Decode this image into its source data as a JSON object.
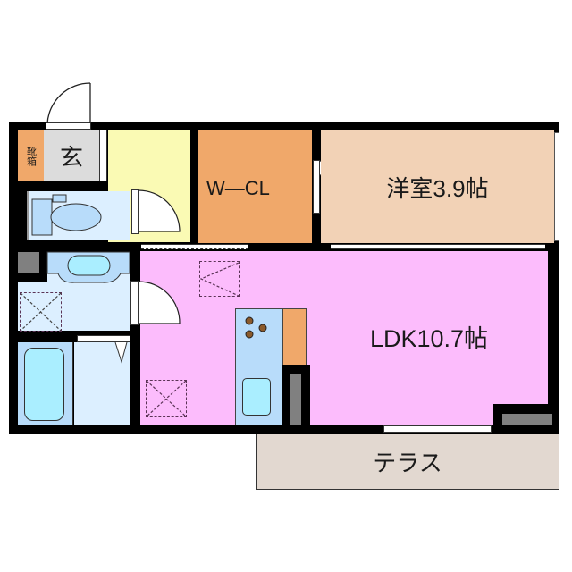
{
  "floorplan": {
    "rooms": {
      "shoe_box": {
        "label": "靴箱",
        "color": "#f0a86a"
      },
      "entrance": {
        "label": "玄",
        "color": "#dcdcdc"
      },
      "hallway": {
        "label": "",
        "color": "#fafab4"
      },
      "toilet": {
        "label": "",
        "color": "#dcefff"
      },
      "walk_in_closet": {
        "label": "W—CL",
        "color": "#f0a86a"
      },
      "western_room": {
        "label": "洋室3.9帖",
        "color": "#f2d2b6"
      },
      "washroom": {
        "label": "",
        "color": "#dcefff"
      },
      "bathroom": {
        "label": "",
        "color": "#dcefff"
      },
      "ldk": {
        "label": "LDK10.7帖",
        "color": "#fcbcfc"
      },
      "terrace": {
        "label": "テラス",
        "color": "#e2d8d0"
      }
    },
    "colors": {
      "wall": "#000000",
      "fixture_blue": "#b8dcfa",
      "fixture_cyan": "#aaeeff",
      "pillar_gray": "#808080",
      "stove_burner": "#8b5a2b"
    }
  }
}
